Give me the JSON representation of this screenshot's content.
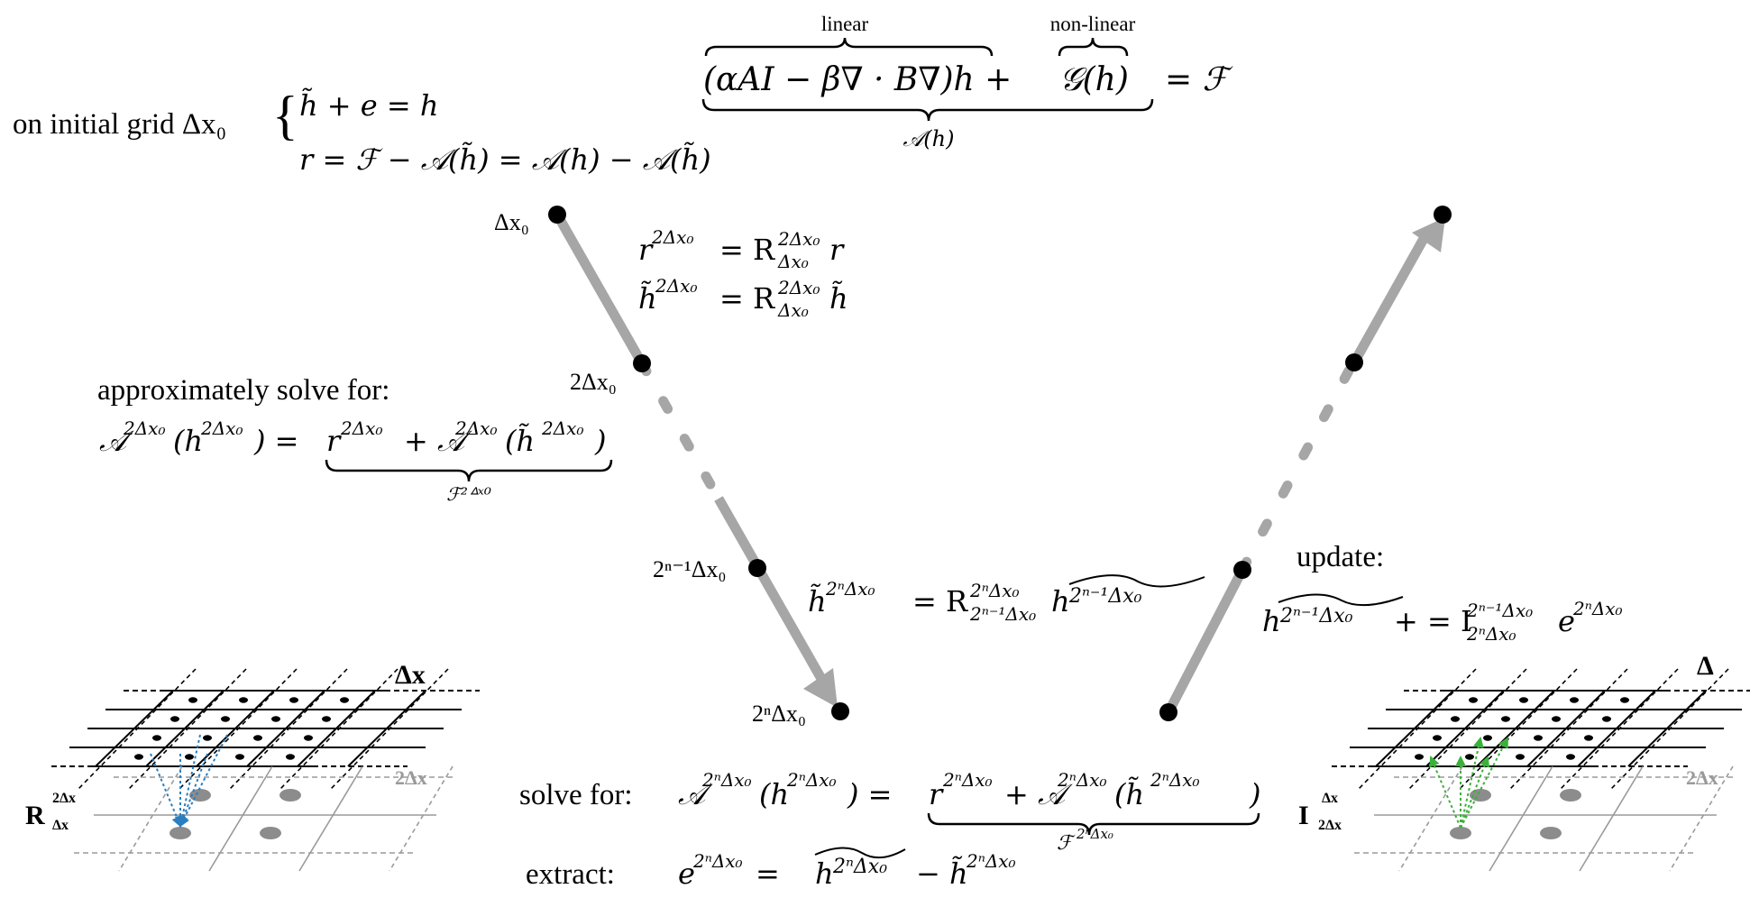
{
  "colors": {
    "arrow": "#a6a6a6",
    "node": "#000000",
    "grid_fine": "#000000",
    "grid_coarse": "#9a9a9a",
    "restrict_arrows": "#2a7fc0",
    "interp_arrows": "#3bb13b",
    "coarse_dots": "#8c8c8c"
  },
  "top_equation": {
    "linear_label": "linear",
    "nonlinear_label": "non-linear",
    "linear_part": "(αAI − β∇ · B∇)h +",
    "nonlinear_part": "𝒢(h)",
    "rhs": "= ℱ",
    "operator_label": "𝒜(h)"
  },
  "initial_grid": {
    "label": "on initial grid Δx₀",
    "eq1": "h̃ + e = h",
    "eq2": "r = ℱ − 𝒜(h̃) = 𝒜(h) − 𝒜(h̃)"
  },
  "nodes": {
    "n0": "Δx₀",
    "n1": "2Δx₀",
    "n2": "2ⁿ⁻¹Δx₀",
    "n3": "2ⁿΔx₀"
  },
  "restriction": {
    "eq1": "r²ᐞˣ⁰ = R r",
    "eq2": "h̃²ᐞˣ⁰ = R h̃"
  },
  "approx": {
    "label": "approximately solve for:",
    "eq": "𝒜(h) = r + 𝒜(h̃)",
    "brace_label": "ℱ²ᐞˣ⁰"
  },
  "restrict_n": {
    "eq": "h̃ = R h"
  },
  "update": {
    "label": "update:",
    "eq": "h += I e"
  },
  "solve": {
    "label": "solve for:",
    "brace_label": "ℱ"
  },
  "extract": {
    "label": "extract:"
  },
  "grids": {
    "fine_label": "Δx",
    "coarse_label": "2Δx",
    "left_operator": "R",
    "left_sup": "2Δx",
    "left_sub": "Δx",
    "right_operator": "I",
    "right_sup": "Δx",
    "right_sub": "2Δx",
    "right_fine_label": "Δ"
  }
}
